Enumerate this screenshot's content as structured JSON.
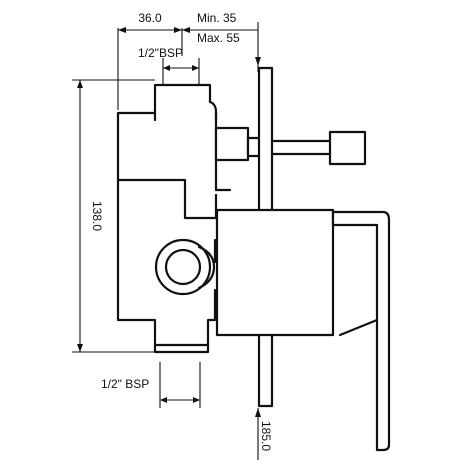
{
  "dimensions": {
    "top_width": "36.0",
    "min_depth": "Min. 35",
    "max_depth": "Max. 55",
    "top_port": "1/2\"BSP",
    "bottom_port": "1/2\" BSP",
    "body_height": "138.0",
    "plate_height": "185.0"
  }
}
